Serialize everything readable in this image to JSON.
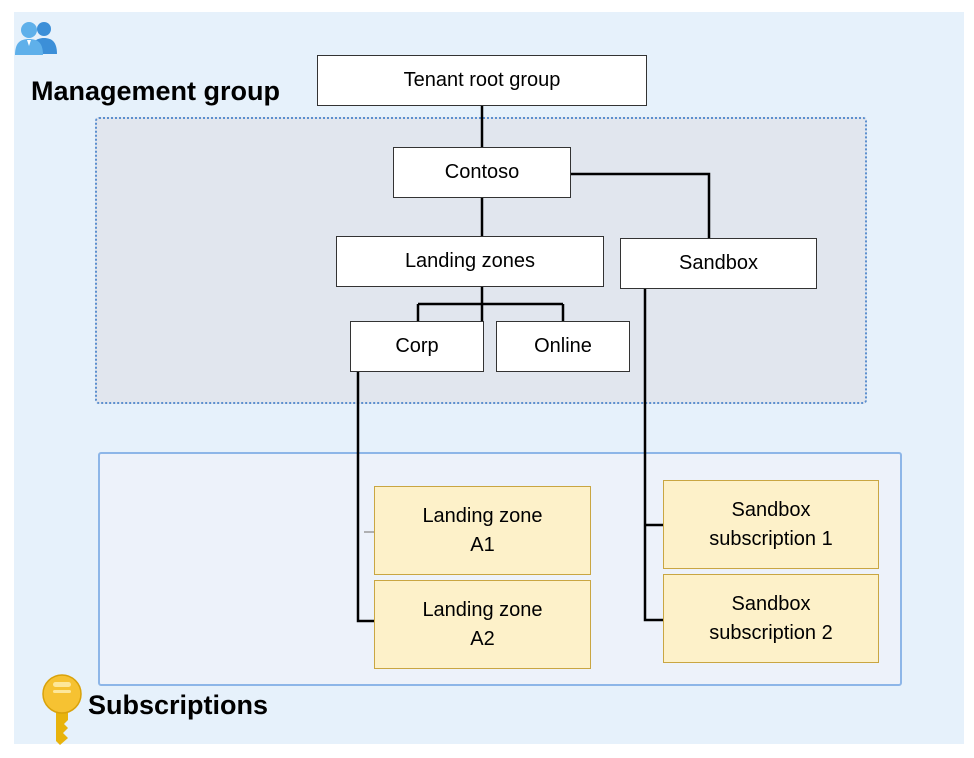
{
  "management_group": {
    "title": "Management group",
    "nodes": {
      "tenant_root": "Tenant root group",
      "contoso": "Contoso",
      "landing_zones": "Landing zones",
      "sandbox": "Sandbox",
      "corp": "Corp",
      "online": "Online"
    }
  },
  "subscriptions": {
    "title": "Subscriptions",
    "nodes": {
      "lz_a1_line1": "Landing zone",
      "lz_a1_line2": "A1",
      "lz_a2_line1": "Landing zone",
      "lz_a2_line2": "A2",
      "sb1_line1": "Sandbox",
      "sb1_line2": "subscription 1",
      "sb2_line1": "Sandbox",
      "sb2_line2": "subscription 2"
    }
  },
  "icons": {
    "management_group_icon": "users-group-icon",
    "subscription_icon": "key-icon"
  },
  "colors": {
    "panel_background": "#e6f1fb",
    "management_region": "#e1e6ee",
    "subscription_box": "#fdf1c9",
    "connector": "#000000"
  }
}
